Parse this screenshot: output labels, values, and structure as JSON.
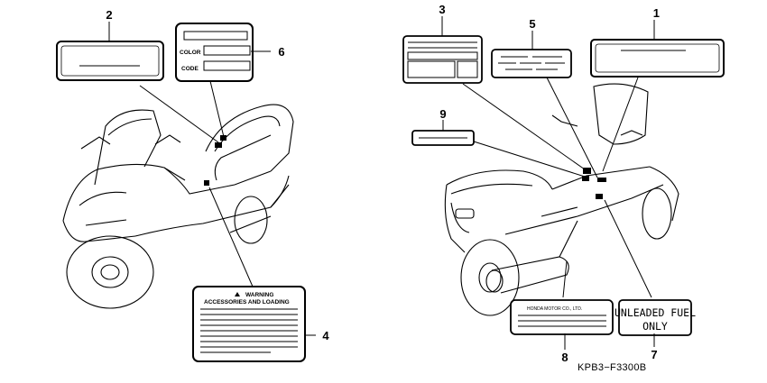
{
  "callouts": [
    "1",
    "2",
    "3",
    "4",
    "5",
    "6",
    "7",
    "8",
    "9"
  ],
  "label6": {
    "color": "COLOR",
    "code": "CODE"
  },
  "label4": {
    "line1": "WARNING",
    "line2": "ACCESSORIES AND LOADING"
  },
  "label8": {
    "text": "HONDA MOTOR CO., LTD."
  },
  "label7": {
    "line1": "UNLEADED FUEL",
    "line2": "ONLY"
  },
  "drawing_code": "KPB3−F3300B"
}
